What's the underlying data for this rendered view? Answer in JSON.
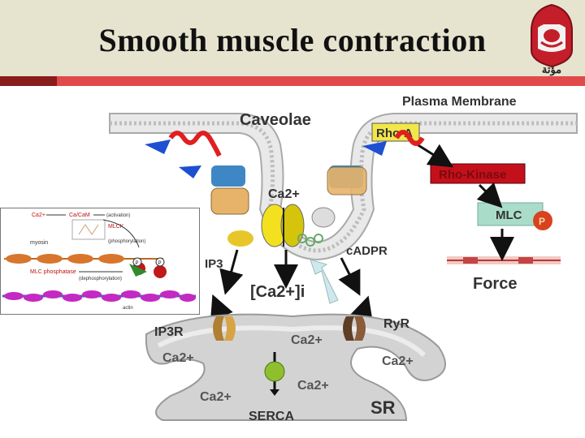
{
  "slide": {
    "title": "Smooth muscle contraction"
  },
  "logo": {
    "text": "مؤتة"
  },
  "diagram": {
    "labels": {
      "plasma_membrane": "Plasma Membrane",
      "caveolae": "Caveolae",
      "rho_a": "Rho-A",
      "rho_kinase": "Rho-Kinase",
      "mlc": "MLC",
      "p": "P",
      "force": "Force",
      "ca_channel": "Ca2+",
      "ip3": "IP3",
      "cadpr": "cADPR",
      "ca_i": "[Ca2+]i",
      "ip3r": "IP3R",
      "ryr": "RyR",
      "sr_ca_1": "Ca2+",
      "sr_ca_2": "Ca2+",
      "sr_ca_3": "Ca2+",
      "sr_ca_4": "Ca2+",
      "sr_ca_5": "Ca2+",
      "serca": "SERCA",
      "sr": "SR"
    }
  },
  "inset": {
    "ca": "Ca2+",
    "ca_cam": "Ca/CaM",
    "activation": "(activation)",
    "mlck": "MLCK",
    "myosin": "myosin",
    "phosphorylation": "(phosphorylation)",
    "mlc_phosphatase": "MLC phosphatase",
    "dephosphorylation": "(dephosphorylation)",
    "p1": "P",
    "p2": "P",
    "actin": "actin"
  }
}
